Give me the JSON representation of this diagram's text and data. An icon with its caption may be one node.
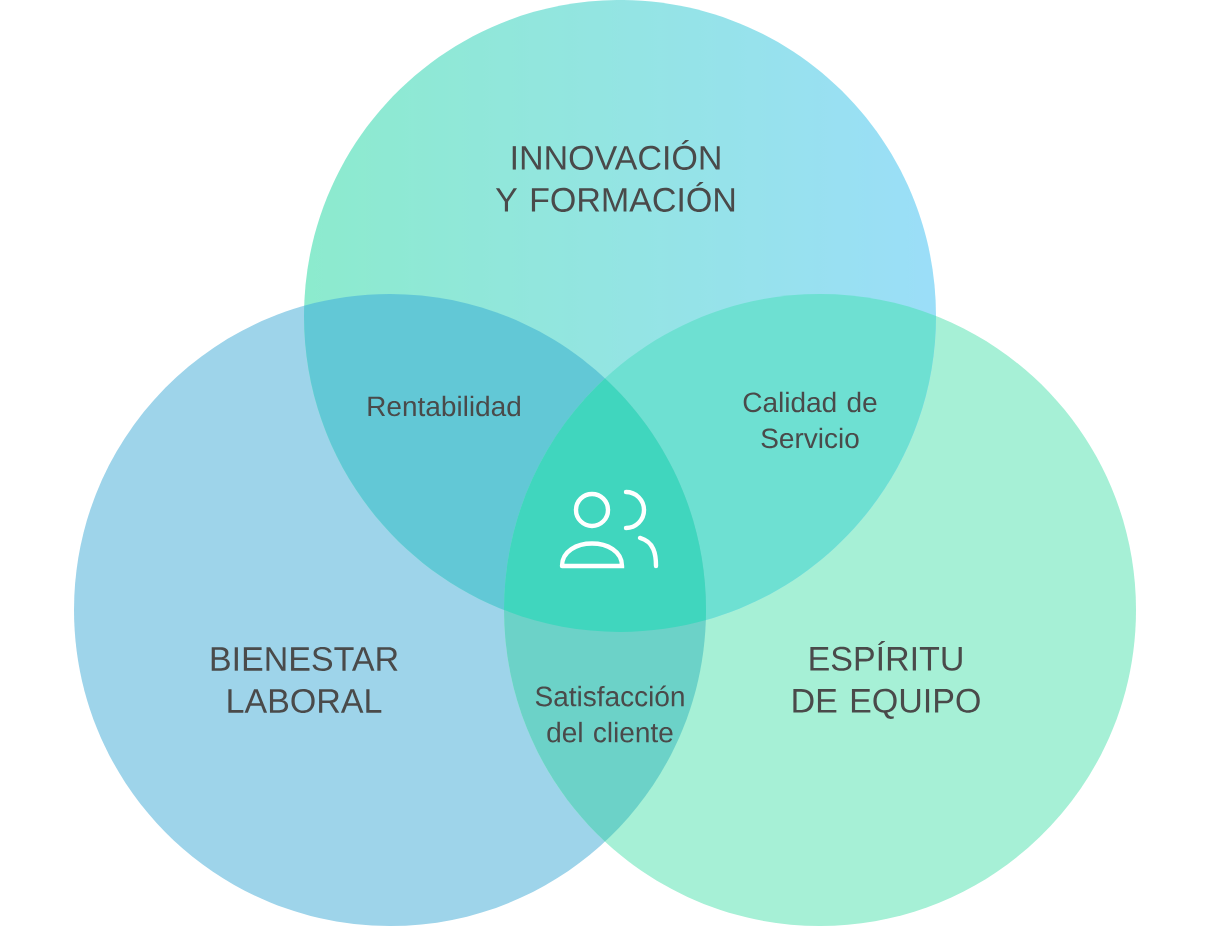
{
  "diagram": {
    "nodes": [
      {
        "text": [
          "INNOVACIÓN Y FORMACIÓN"
        ]
      },
      {
        "text": [
          "BIENESTAR LABORAL"
        ]
      },
      {
        "text": [
          "ESPÍRITU DE EQUIPO"
        ]
      }
    ],
    "labels": [
      "Rentabilidad",
      "Calidad de Servicio",
      "Satisfacción del cliente"
    ]
  }
}
